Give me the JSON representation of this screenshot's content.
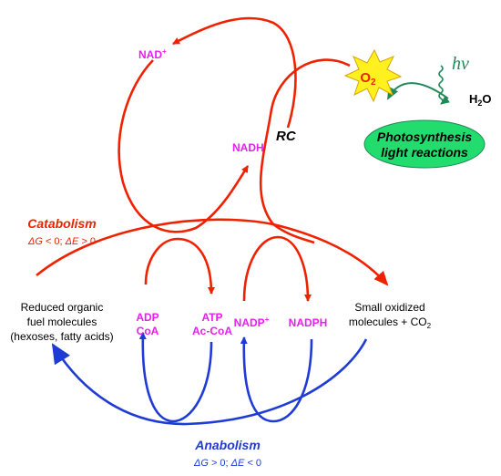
{
  "colors": {
    "red": "#ee2200",
    "blue": "#1f3bd6",
    "magenta": "#e81ef0",
    "green": "#1e8a5a",
    "green_fill": "#22dd6e",
    "star_fill": "#fff020",
    "star_stroke": "#d8a600",
    "black": "#000000"
  },
  "catabolism": {
    "title": "Catabolism",
    "dg": "ΔG",
    "dg_rel": " < 0;  ",
    "de": "ΔE",
    "de_rel": " > 0"
  },
  "anabolism": {
    "title": "Anabolism",
    "dg": "ΔG",
    "dg_rel": " > 0;  ",
    "de": "ΔE",
    "de_rel": " < 0"
  },
  "reduced_fuel": {
    "line1": "Reduced organic",
    "line2": "fuel molecules",
    "line3": "(hexoses, fatty acids)"
  },
  "small_oxidized": {
    "line1": "Small oxidized",
    "line2": "molecules + CO",
    "sub": "2"
  },
  "cofactors": {
    "nad_plus": "NAD",
    "nad_sup": "+",
    "nadh": "NADH",
    "adp": "ADP",
    "coa": "CoA",
    "atp": "ATP",
    "ac_coa": "Ac-CoA",
    "nadp_plus": "NADP",
    "nadp_sup": "+",
    "nadph": "NADPH"
  },
  "rc": "RC",
  "o2": {
    "main": "O",
    "sub": "2"
  },
  "water": {
    "main": "H",
    "sub": "2",
    "end": "O"
  },
  "light": "hν",
  "photosynthesis": {
    "line1": "Photosynthesis",
    "line2": "light reactions"
  }
}
